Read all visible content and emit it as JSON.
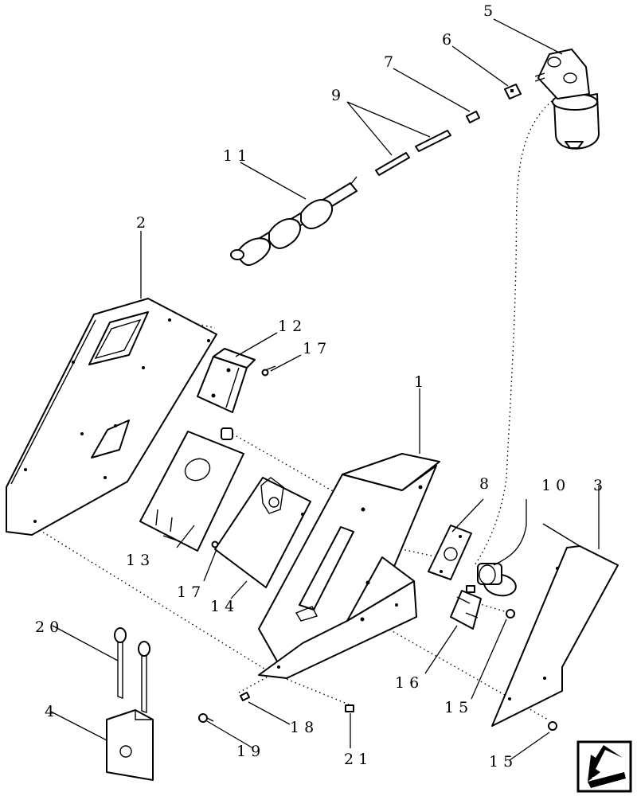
{
  "callouts": {
    "c1": "1",
    "c2": "2",
    "c3": "3",
    "c4": "4",
    "c5": "5",
    "c6": "6",
    "c7": "7",
    "c8": "8",
    "c9": "9",
    "c10": "10",
    "c11": "11",
    "c12": "12",
    "c13": "13",
    "c14": "14",
    "c15a": "15",
    "c15b": "15",
    "c16": "16",
    "c17a": "17",
    "c17b": "17",
    "c18": "18",
    "c19": "19",
    "c20": "20",
    "c21": "21"
  },
  "nav_icon": "arrow-down-left-icon"
}
